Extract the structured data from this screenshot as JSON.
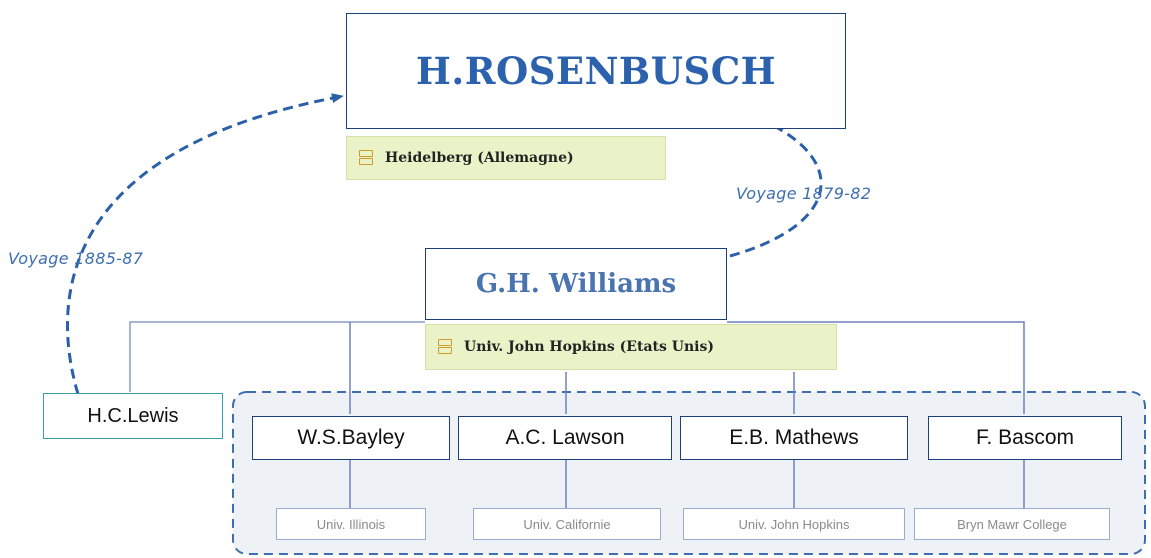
{
  "master": {
    "name": "H.ROSENBUSCH",
    "place": "Heidelberg (Allemagne)"
  },
  "student_main": {
    "name": "G.H. Williams",
    "place": "Univ. John Hopkins (Etats Unis)"
  },
  "hclewis": {
    "name": "H.C.Lewis"
  },
  "students": [
    {
      "name": "W.S.Bayley",
      "univ": "Univ. Illinois"
    },
    {
      "name": "A.C. Lawson",
      "univ": "Univ. Californie"
    },
    {
      "name": "E.B. Mathews",
      "univ": "Univ. John Hopkins"
    },
    {
      "name": "F. Bascom",
      "univ": "Bryn Mawr College"
    }
  ],
  "voyages": {
    "left": "Voyage 1885-87",
    "right": "Voyage 1879-82"
  },
  "colors": {
    "node_border": "#1f3f7a",
    "link": "#2b5fa8",
    "tag_bg": "#eaf2c8",
    "group_bg": "#eef2f7"
  }
}
